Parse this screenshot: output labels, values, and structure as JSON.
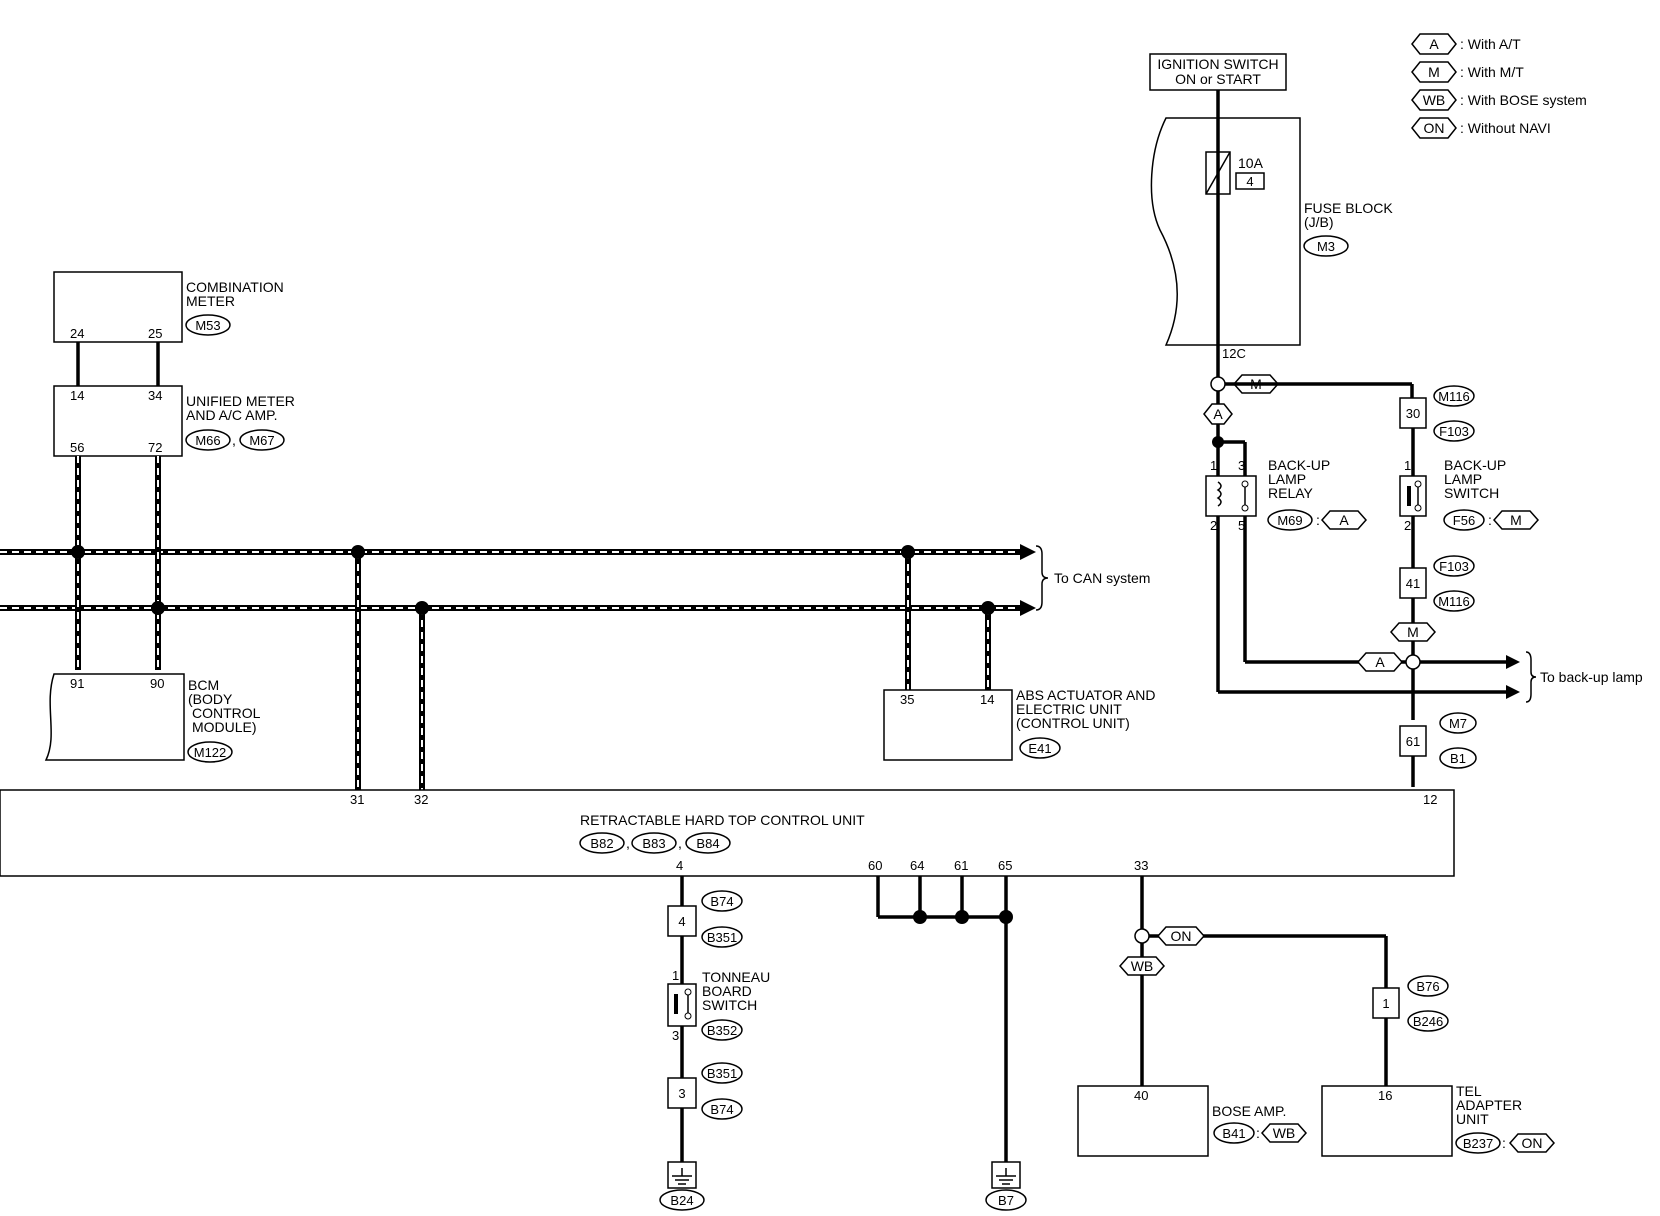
{
  "legend": [
    {
      "code": "A",
      "text": ": With A/T"
    },
    {
      "code": "M",
      "text": ": With M/T"
    },
    {
      "code": "WB",
      "text": ": With BOSE system"
    },
    {
      "code": "ON",
      "text": ": Without NAVI"
    }
  ],
  "ignition": {
    "line1": "IGNITION SWITCH",
    "line2": "ON or START"
  },
  "fuse": {
    "amp": "10A",
    "num": "4",
    "name1": "FUSE BLOCK",
    "name2": "(J/B)",
    "conn": "M3",
    "pin": "12C"
  },
  "combination_meter": {
    "name1": "COMBINATION",
    "name2": "METER",
    "conn": "M53",
    "pins": [
      "24",
      "25"
    ]
  },
  "unified_meter": {
    "name1": "UNIFIED METER",
    "name2": "AND A/C AMP.",
    "conns": [
      "M66",
      "M67"
    ],
    "pins_top": [
      "14",
      "34"
    ],
    "pins_bottom": [
      "56",
      "72"
    ]
  },
  "bcm": {
    "name1": "BCM",
    "name2": "(BODY",
    "name3": "CONTROL",
    "name4": "MODULE)",
    "conn": "M122",
    "pins": [
      "91",
      "90"
    ]
  },
  "abs": {
    "name1": "ABS ACTUATOR AND",
    "name2": "ELECTRIC UNIT",
    "name3": "(CONTROL UNIT)",
    "conn": "E41",
    "pins": [
      "35",
      "14"
    ]
  },
  "can_note": "To CAN system",
  "backup_note": "To back-up lamp",
  "relay": {
    "name1": "BACK-UP",
    "name2": "LAMP",
    "name3": "RELAY",
    "conn": "M69",
    "opt": "A",
    "pins": [
      "1",
      "3",
      "2",
      "5"
    ]
  },
  "switch": {
    "name1": "BACK-UP",
    "name2": "LAMP",
    "name3": "SWITCH",
    "conn": "F56",
    "opt": "M",
    "pins": [
      "1",
      "2"
    ]
  },
  "junction_30": {
    "num": "30",
    "top": "M116",
    "bottom": "F103"
  },
  "junction_41": {
    "num": "41",
    "top": "F103",
    "bottom": "M116"
  },
  "junction_61": {
    "num": "61",
    "top": "M7",
    "bottom": "B1"
  },
  "hardtop": {
    "name": "RETRACTABLE HARD TOP CONTROL UNIT",
    "conns": [
      "B82",
      "B83",
      "B84"
    ],
    "pins_top": [
      "31",
      "32",
      "12"
    ],
    "pins_bottom": [
      "4",
      "60",
      "64",
      "61",
      "65",
      "33"
    ]
  },
  "junction_4": {
    "num": "4",
    "top": "B74",
    "bottom": "B351"
  },
  "tonneau": {
    "name1": "TONNEAU",
    "name2": "BOARD",
    "name3": "SWITCH",
    "conn": "B352",
    "pins": [
      "1",
      "3"
    ]
  },
  "junction_3": {
    "num": "3",
    "top": "B351",
    "bottom": "B74"
  },
  "ground1": "B24",
  "ground2": "B7",
  "bose": {
    "name": "BOSE AMP.",
    "conn": "B41",
    "opt": "WB",
    "pin": "40"
  },
  "tel": {
    "name1": "TEL",
    "name2": "ADAPTER",
    "name3": "UNIT",
    "conn": "B237",
    "opt": "ON",
    "pin": "16"
  },
  "junction_1": {
    "num": "1",
    "top": "B76",
    "bottom": "B246"
  },
  "opt_tags": {
    "a": "A",
    "m": "M",
    "wb": "WB",
    "on": "ON"
  }
}
